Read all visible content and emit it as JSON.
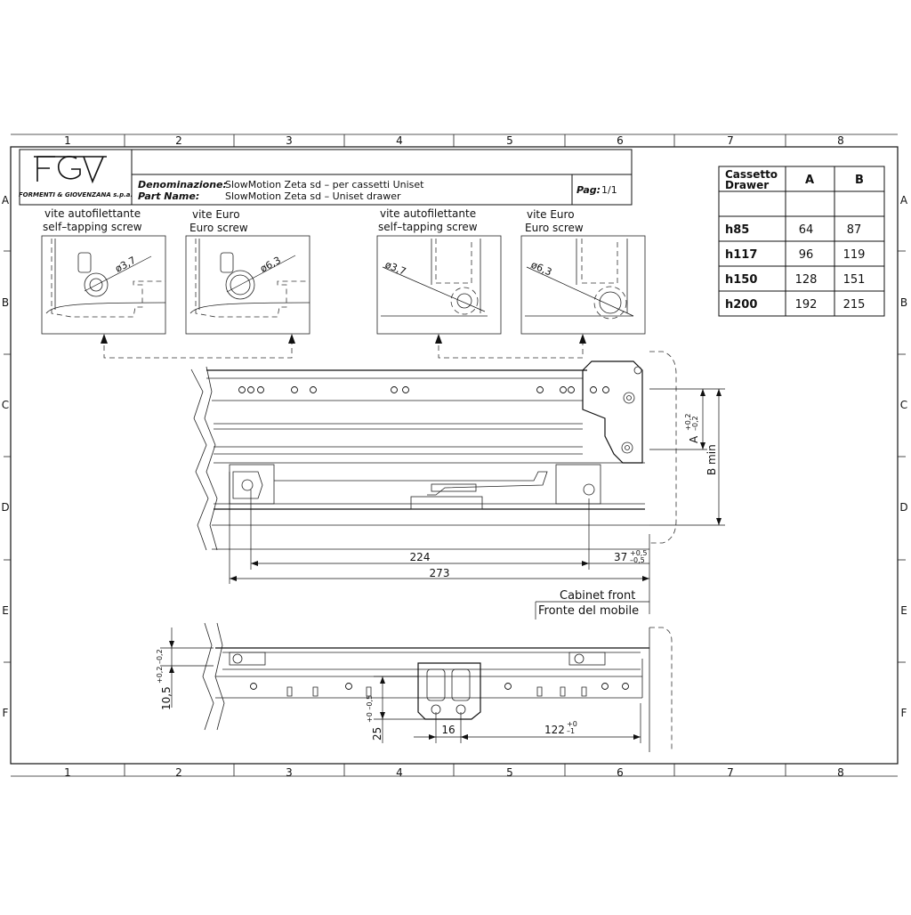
{
  "grid": {
    "columns": [
      "1",
      "2",
      "3",
      "4",
      "5",
      "6",
      "7",
      "8"
    ],
    "rows": [
      "A",
      "B",
      "C",
      "D",
      "E",
      "F"
    ]
  },
  "title_block": {
    "company": "FORMENTI & GIOVENZANA s.p.a.",
    "denominazione_label": "Denominazione:",
    "denominazione_value": "SlowMotion  Zeta sd  –  per cassetti Uniset",
    "part_name_label": "Part Name:",
    "part_name_value": "SlowMotion  Zeta sd  –  Uniset drawer",
    "page_label": "Pag:",
    "page_value": "1/1"
  },
  "details": [
    {
      "title_it": "vite autofilettante",
      "title_en": "self–tapping screw",
      "dim": "ø3,7"
    },
    {
      "title_it": "vite Euro",
      "title_en": "Euro screw",
      "dim": "ø6,3"
    },
    {
      "title_it": "vite autofilettante",
      "title_en": "self–tapping screw",
      "dim": "ø3,7"
    },
    {
      "title_it": "vite Euro",
      "title_en": "Euro screw",
      "dim": "ø6,3"
    }
  ],
  "size_table": {
    "headers": [
      "Cassetto\nDrawer",
      "A",
      "B"
    ],
    "header_line1": "Cassetto",
    "header_line2": "Drawer",
    "rows": [
      [
        "h85",
        "64",
        "87"
      ],
      [
        "h117",
        "96",
        "119"
      ],
      [
        "h150",
        "128",
        "151"
      ],
      [
        "h200",
        "192",
        "215"
      ]
    ]
  },
  "dimensions": {
    "d224": "224",
    "d273": "273",
    "d37": "37",
    "d37_tol_up": "+0,5",
    "d37_tol_dn": "–0,5",
    "A": "A",
    "A_tol_up": "+0,2",
    "A_tol_dn": "–0,2",
    "B": "B  min",
    "d10_5": "10,5",
    "d10_5_tol": "+0,2 –0,2",
    "d25": "25",
    "d25_tol": "+0 –0,5",
    "d16": "16",
    "d122": "122",
    "d122_tol_up": "+0",
    "d122_tol_dn": "–1"
  },
  "labels": {
    "cabinet_front_en": "Cabinet front",
    "cabinet_front_it": "Fronte del mobile"
  }
}
